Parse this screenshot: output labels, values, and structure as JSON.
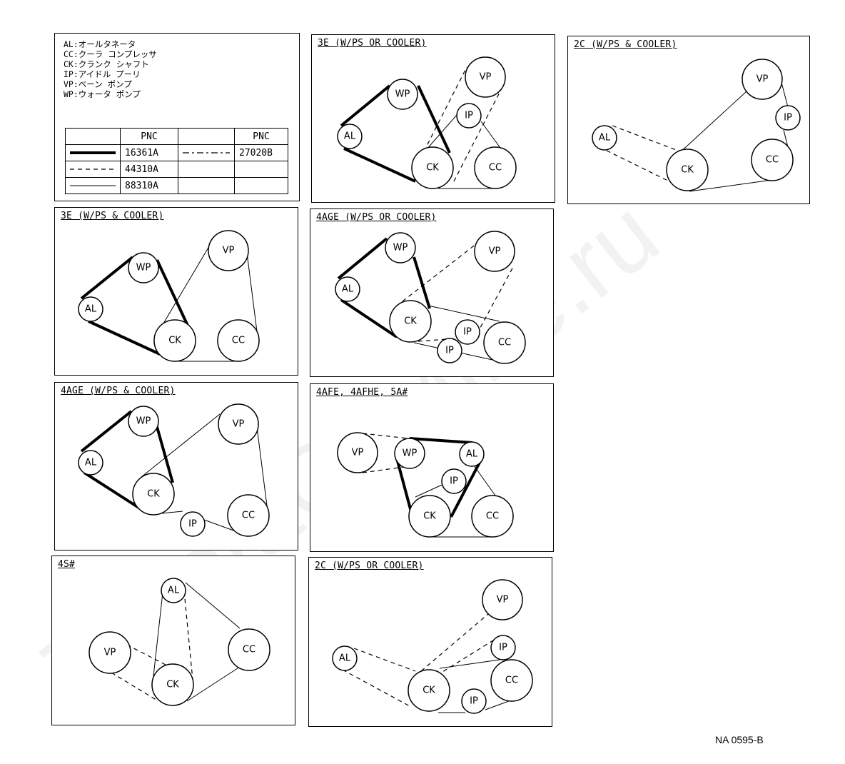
{
  "legend": {
    "abbreviations": [
      {
        "code": "AL",
        "desc": "オールタネータ"
      },
      {
        "code": "CC",
        "desc": "クーラ コンプレッサ"
      },
      {
        "code": "CK",
        "desc": "クランク シャフト"
      },
      {
        "code": "IP",
        "desc": "アイドル プーリ"
      },
      {
        "code": "VP",
        "desc": "ベーン ポンプ"
      },
      {
        "code": "WP",
        "desc": "ウォータ ポンプ"
      }
    ],
    "table": {
      "header": [
        "",
        "PNC",
        "",
        "PNC"
      ],
      "rows": [
        {
          "style1": "thick",
          "pnc1": "16361A",
          "style2": "dashdot",
          "pnc2": "27020B"
        },
        {
          "style1": "dashed",
          "pnc1": "44310A",
          "style2": "",
          "pnc2": ""
        },
        {
          "style1": "thin",
          "pnc1": "88310A",
          "style2": "",
          "pnc2": ""
        }
      ]
    }
  },
  "diagrams": [
    {
      "id": "p1",
      "title": "3E (W/PS OR COOLER)"
    },
    {
      "id": "p2",
      "title": "2C (W/PS & COOLER)"
    },
    {
      "id": "p3",
      "title": "3E (W/PS & COOLER)"
    },
    {
      "id": "p4",
      "title": "4AGE (W/PS OR COOLER)"
    },
    {
      "id": "p5",
      "title": "4AGE (W/PS & COOLER)"
    },
    {
      "id": "p6",
      "title": "4AFE, 4AFHE, 5A#"
    },
    {
      "id": "p7",
      "title": "4S#"
    },
    {
      "id": "p8",
      "title": "2C (W/PS OR COOLER)"
    }
  ],
  "pulley_labels": {
    "AL": "AL",
    "CC": "CC",
    "CK": "CK",
    "IP": "IP",
    "VP": "VP",
    "WP": "WP"
  },
  "footer": "NA 0595-B",
  "watermark": "ToyotaCaMine.ru"
}
